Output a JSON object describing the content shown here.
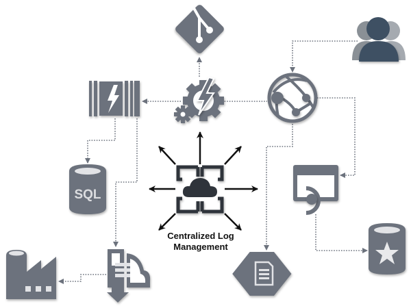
{
  "center": {
    "line1": "Centralized Log",
    "line2": "Management"
  },
  "sql_icon_text": "SQL",
  "colors": {
    "icon": "#6c727d",
    "user": "#3e5063",
    "user_back": "#8a9096",
    "arrow": "#111111"
  }
}
